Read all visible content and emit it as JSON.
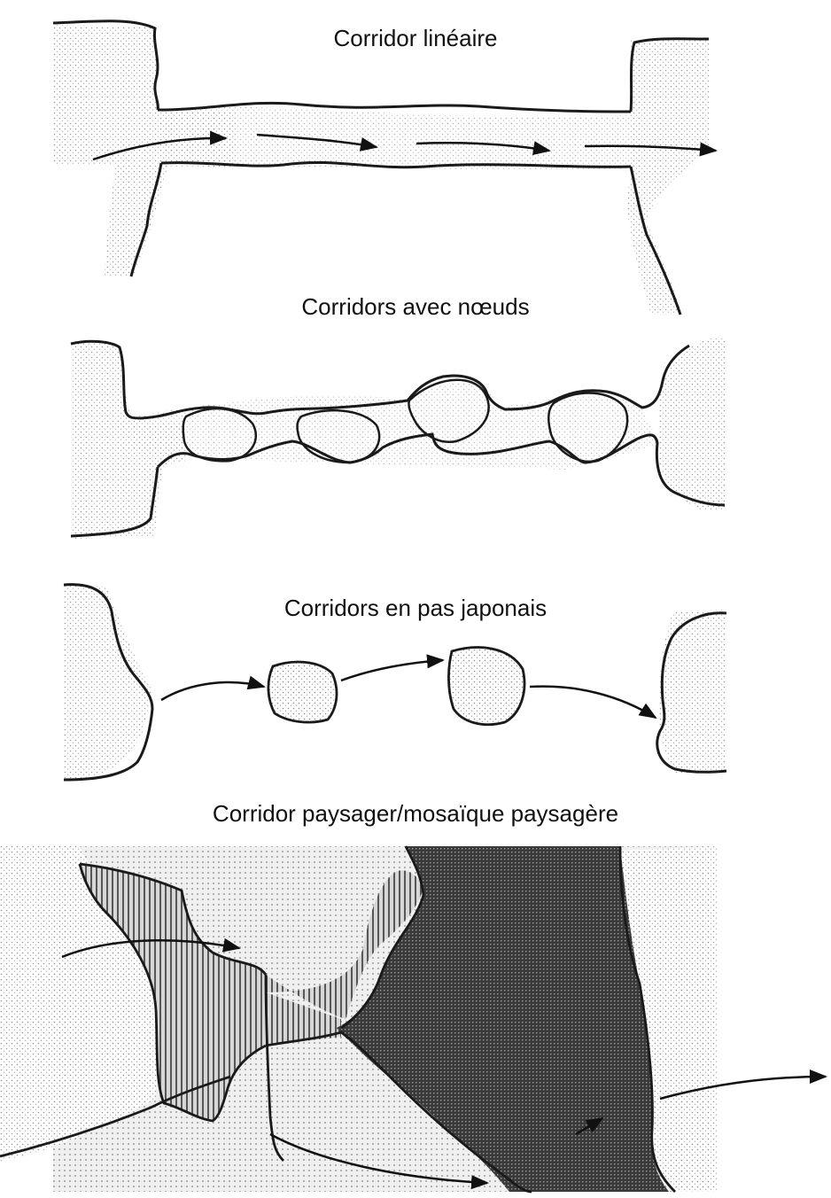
{
  "figure": {
    "panels": [
      {
        "id": "linear",
        "title": "Corridor linéaire"
      },
      {
        "id": "nodes",
        "title": "Corridors avec nœuds"
      },
      {
        "id": "stepping-stones",
        "title": "Corridors en pas japonais"
      },
      {
        "id": "landscape",
        "title": "Corridor paysager/mosaïque paysagère"
      }
    ],
    "colors": {
      "outline": "#1a1a1a",
      "stipple": "#9a9a9a",
      "hatch": "#555555",
      "dense": "#2b2b2b"
    }
  }
}
